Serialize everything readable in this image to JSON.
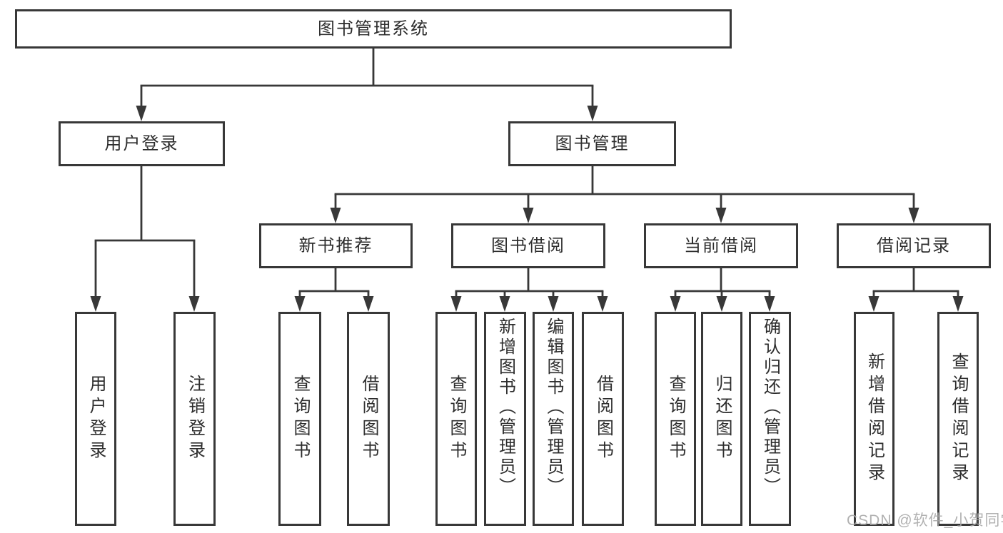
{
  "title": "图书管理系统",
  "watermark": "CSDN @软件_小贺同学",
  "colors": {
    "line": "#383838",
    "text": "#2d2d2d",
    "watermark": "#a9a9a9",
    "background": "#ffffff"
  },
  "nodes": {
    "root": "图书管理系统",
    "user_login": "用户登录",
    "book_management": "图书管理",
    "new_book_recommend": "新书推荐",
    "book_borrowing": "图书借阅",
    "current_borrowing": "当前借阅",
    "borrowing_records": "借阅记录",
    "login": "用户登录",
    "logout": "注销登录",
    "nb_query_book": "查询图书",
    "nb_borrow_book": "借阅图书",
    "bb_query_book": "查询图书",
    "bb_add_book": "新增图书（管理员）",
    "bb_edit_book": "编辑图书（管理员）",
    "bb_borrow_book": "借阅图书",
    "cb_query_book": "查询图书",
    "cb_return_book": "归还图书",
    "cb_confirm_return": "确认归还（管理员）",
    "br_add_record": "新增借阅记录",
    "br_query_record": "查询借阅记录"
  },
  "hierarchy": {
    "图书管理系统": {
      "用户登录": [
        "用户登录",
        "注销登录"
      ],
      "图书管理": {
        "新书推荐": [
          "查询图书",
          "借阅图书"
        ],
        "图书借阅": [
          "查询图书",
          "新增图书（管理员）",
          "编辑图书（管理员）",
          "借阅图书"
        ],
        "当前借阅": [
          "查询图书",
          "归还图书",
          "确认归还（管理员）"
        ],
        "借阅记录": [
          "新增借阅记录",
          "查询借阅记录"
        ]
      }
    }
  }
}
